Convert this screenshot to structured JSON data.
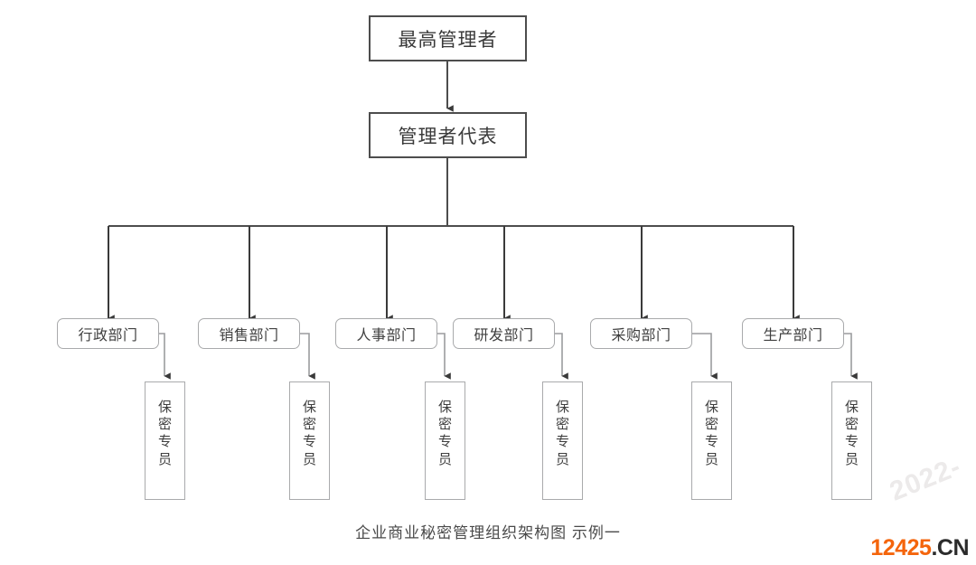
{
  "diagram": {
    "caption": "企业商业秘密管理组织架构图 示例一",
    "line_color": "#4d4d4d",
    "dept_border_color": "#a9aaac",
    "background": "#ffffff",
    "top_nodes": [
      {
        "id": "top-manager",
        "label": "最高管理者"
      },
      {
        "id": "management-representative",
        "label": "管理者代表"
      }
    ],
    "departments": [
      {
        "id": "administration",
        "label": "行政部门"
      },
      {
        "id": "sales",
        "label": "销售部门"
      },
      {
        "id": "human-resources",
        "label": "人事部门"
      },
      {
        "id": "research-development",
        "label": "研发部门"
      },
      {
        "id": "procurement",
        "label": "采购部门"
      },
      {
        "id": "production",
        "label": "生产部门"
      }
    ],
    "officers": [
      {
        "id": "officer-1",
        "chars": [
          "保",
          "密",
          "专",
          "员"
        ]
      },
      {
        "id": "officer-2",
        "chars": [
          "保",
          "密",
          "专",
          "员"
        ]
      },
      {
        "id": "officer-3",
        "chars": [
          "保",
          "密",
          "专",
          "员"
        ]
      },
      {
        "id": "officer-4",
        "chars": [
          "保",
          "密",
          "专",
          "员"
        ]
      },
      {
        "id": "officer-5",
        "chars": [
          "保",
          "密",
          "专",
          "员"
        ]
      },
      {
        "id": "officer-6",
        "chars": [
          "保",
          "密",
          "专",
          "员"
        ]
      }
    ]
  },
  "watermark": {
    "year": "2022-",
    "brand_number": "12425",
    "brand_tld": ".CN",
    "brand_number_color": "#f4650c",
    "brand_tld_color": "#2b2b2b"
  }
}
